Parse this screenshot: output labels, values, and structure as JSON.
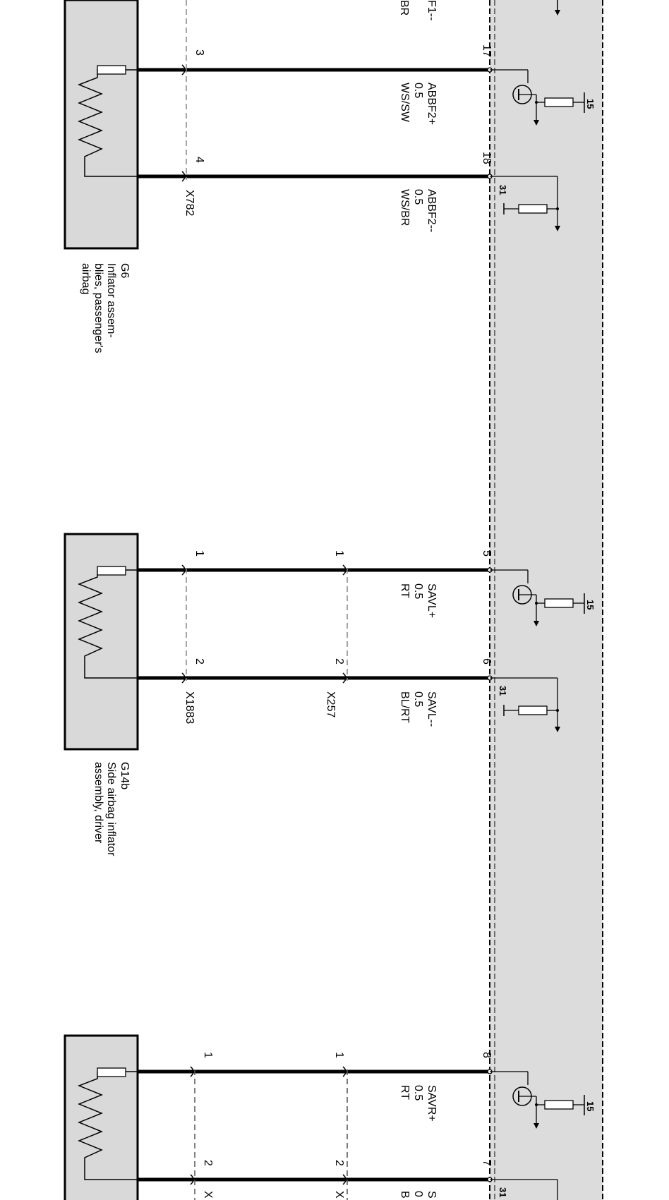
{
  "components": [
    {
      "code": "G6",
      "description": [
        "Inflator assem-",
        "blies, passenger's",
        "airbag"
      ],
      "connector": "X782",
      "pins": [
        "3",
        "4"
      ],
      "module_pins": [
        "17",
        "18"
      ],
      "wires": [
        {
          "signal": "ABBF2+",
          "size": "0.5",
          "color": "WS/SW"
        },
        {
          "signal": "ABBF2--",
          "size": "0.5",
          "color": "WS/BR"
        }
      ],
      "supply_top": "15",
      "ground_bottom": "31"
    },
    {
      "code": "G14b",
      "description": [
        "Side airbag inflator",
        "assembly, driver"
      ],
      "connector": "X1883",
      "connector2": "X257",
      "pins": [
        "1",
        "2"
      ],
      "pins2": [
        "1",
        "2"
      ],
      "module_pins": [
        "5",
        "6"
      ],
      "wires": [
        {
          "signal": "SAVL+",
          "size": "0.5",
          "color": "RT"
        },
        {
          "signal": "SAVL--",
          "size": "0.5",
          "color": "BL/RT"
        }
      ],
      "supply_top": "15",
      "ground_bottom": "31"
    },
    {
      "code": "",
      "description": [],
      "connector": "X",
      "connector2": "X",
      "pins": [
        "1",
        "2"
      ],
      "pins2": [
        "1",
        "2"
      ],
      "module_pins": [
        "8",
        "7"
      ],
      "wires": [
        {
          "signal": "SAVR+",
          "size": "0.5",
          "color": "RT"
        },
        {
          "signal": "S",
          "size": "0",
          "color": "B"
        }
      ],
      "supply_top": "15",
      "ground_bottom": "31"
    }
  ],
  "partial_top": {
    "signal": "F1--",
    "color": "BR"
  },
  "colors": {
    "module_fill": "#dcdcdc",
    "component_fill": "#d9d9d9",
    "line": "#000000"
  }
}
